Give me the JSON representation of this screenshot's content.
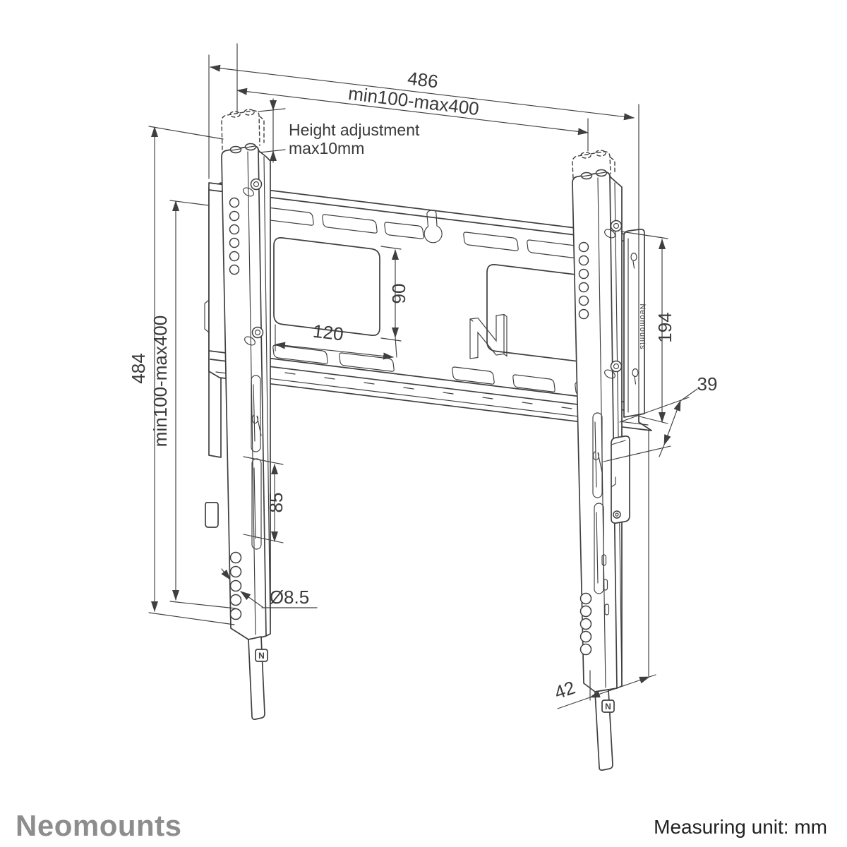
{
  "page": {
    "background": "#ffffff",
    "line_color": "#3f3f3f"
  },
  "footer": {
    "brand": "Neomounts",
    "brand_color": "#8d8d8d",
    "measuring_unit": "Measuring unit: mm",
    "unit_color": "#222222"
  },
  "drawing": {
    "type": "technical-dimension-drawing",
    "subject": "TV wall mount bracket (fixed wall plate with two vertical arms)",
    "dimensions": {
      "total_width": "486",
      "vesa_width_range": "min100-max400",
      "height_adjustment_line1": "Height adjustment",
      "height_adjustment_line2": "max10mm",
      "total_height": "484",
      "vesa_height_range": "min100-max400",
      "opening_height": "90",
      "opening_width": "120",
      "wall_rail_height": "194",
      "profile_depth": "39",
      "slot_spacing": "85",
      "hole_diameter": "Ø8.5",
      "bottom_depth": "42"
    },
    "labels": {
      "plate_logo": "N",
      "rail_brand": "Neomounts",
      "strap_badge_left": "N",
      "strap_badge_right": "N"
    }
  }
}
